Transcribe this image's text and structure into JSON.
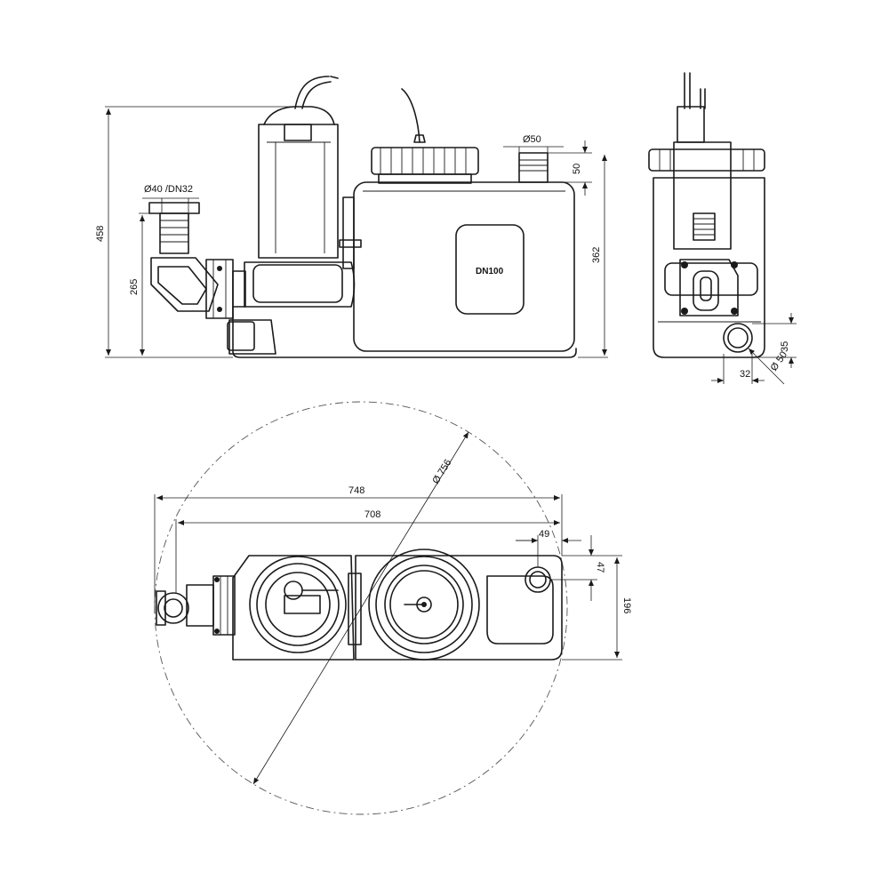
{
  "dimensions": {
    "height_total": "458",
    "height_inlet": "265",
    "inlet_dia": "Ø40 /DN32",
    "vent_dia": "Ø50",
    "vent_height": "50",
    "tank_height": "362",
    "tank_label": "DN100",
    "side_vertical": "35",
    "side_horizontal": "32",
    "side_dia": "Ø 50",
    "plan_dia": "Ø 756",
    "plan_width_outer": "748",
    "plan_width_inner": "708",
    "plan_offset_x": "49",
    "plan_offset_y": "47",
    "plan_depth": "196"
  }
}
